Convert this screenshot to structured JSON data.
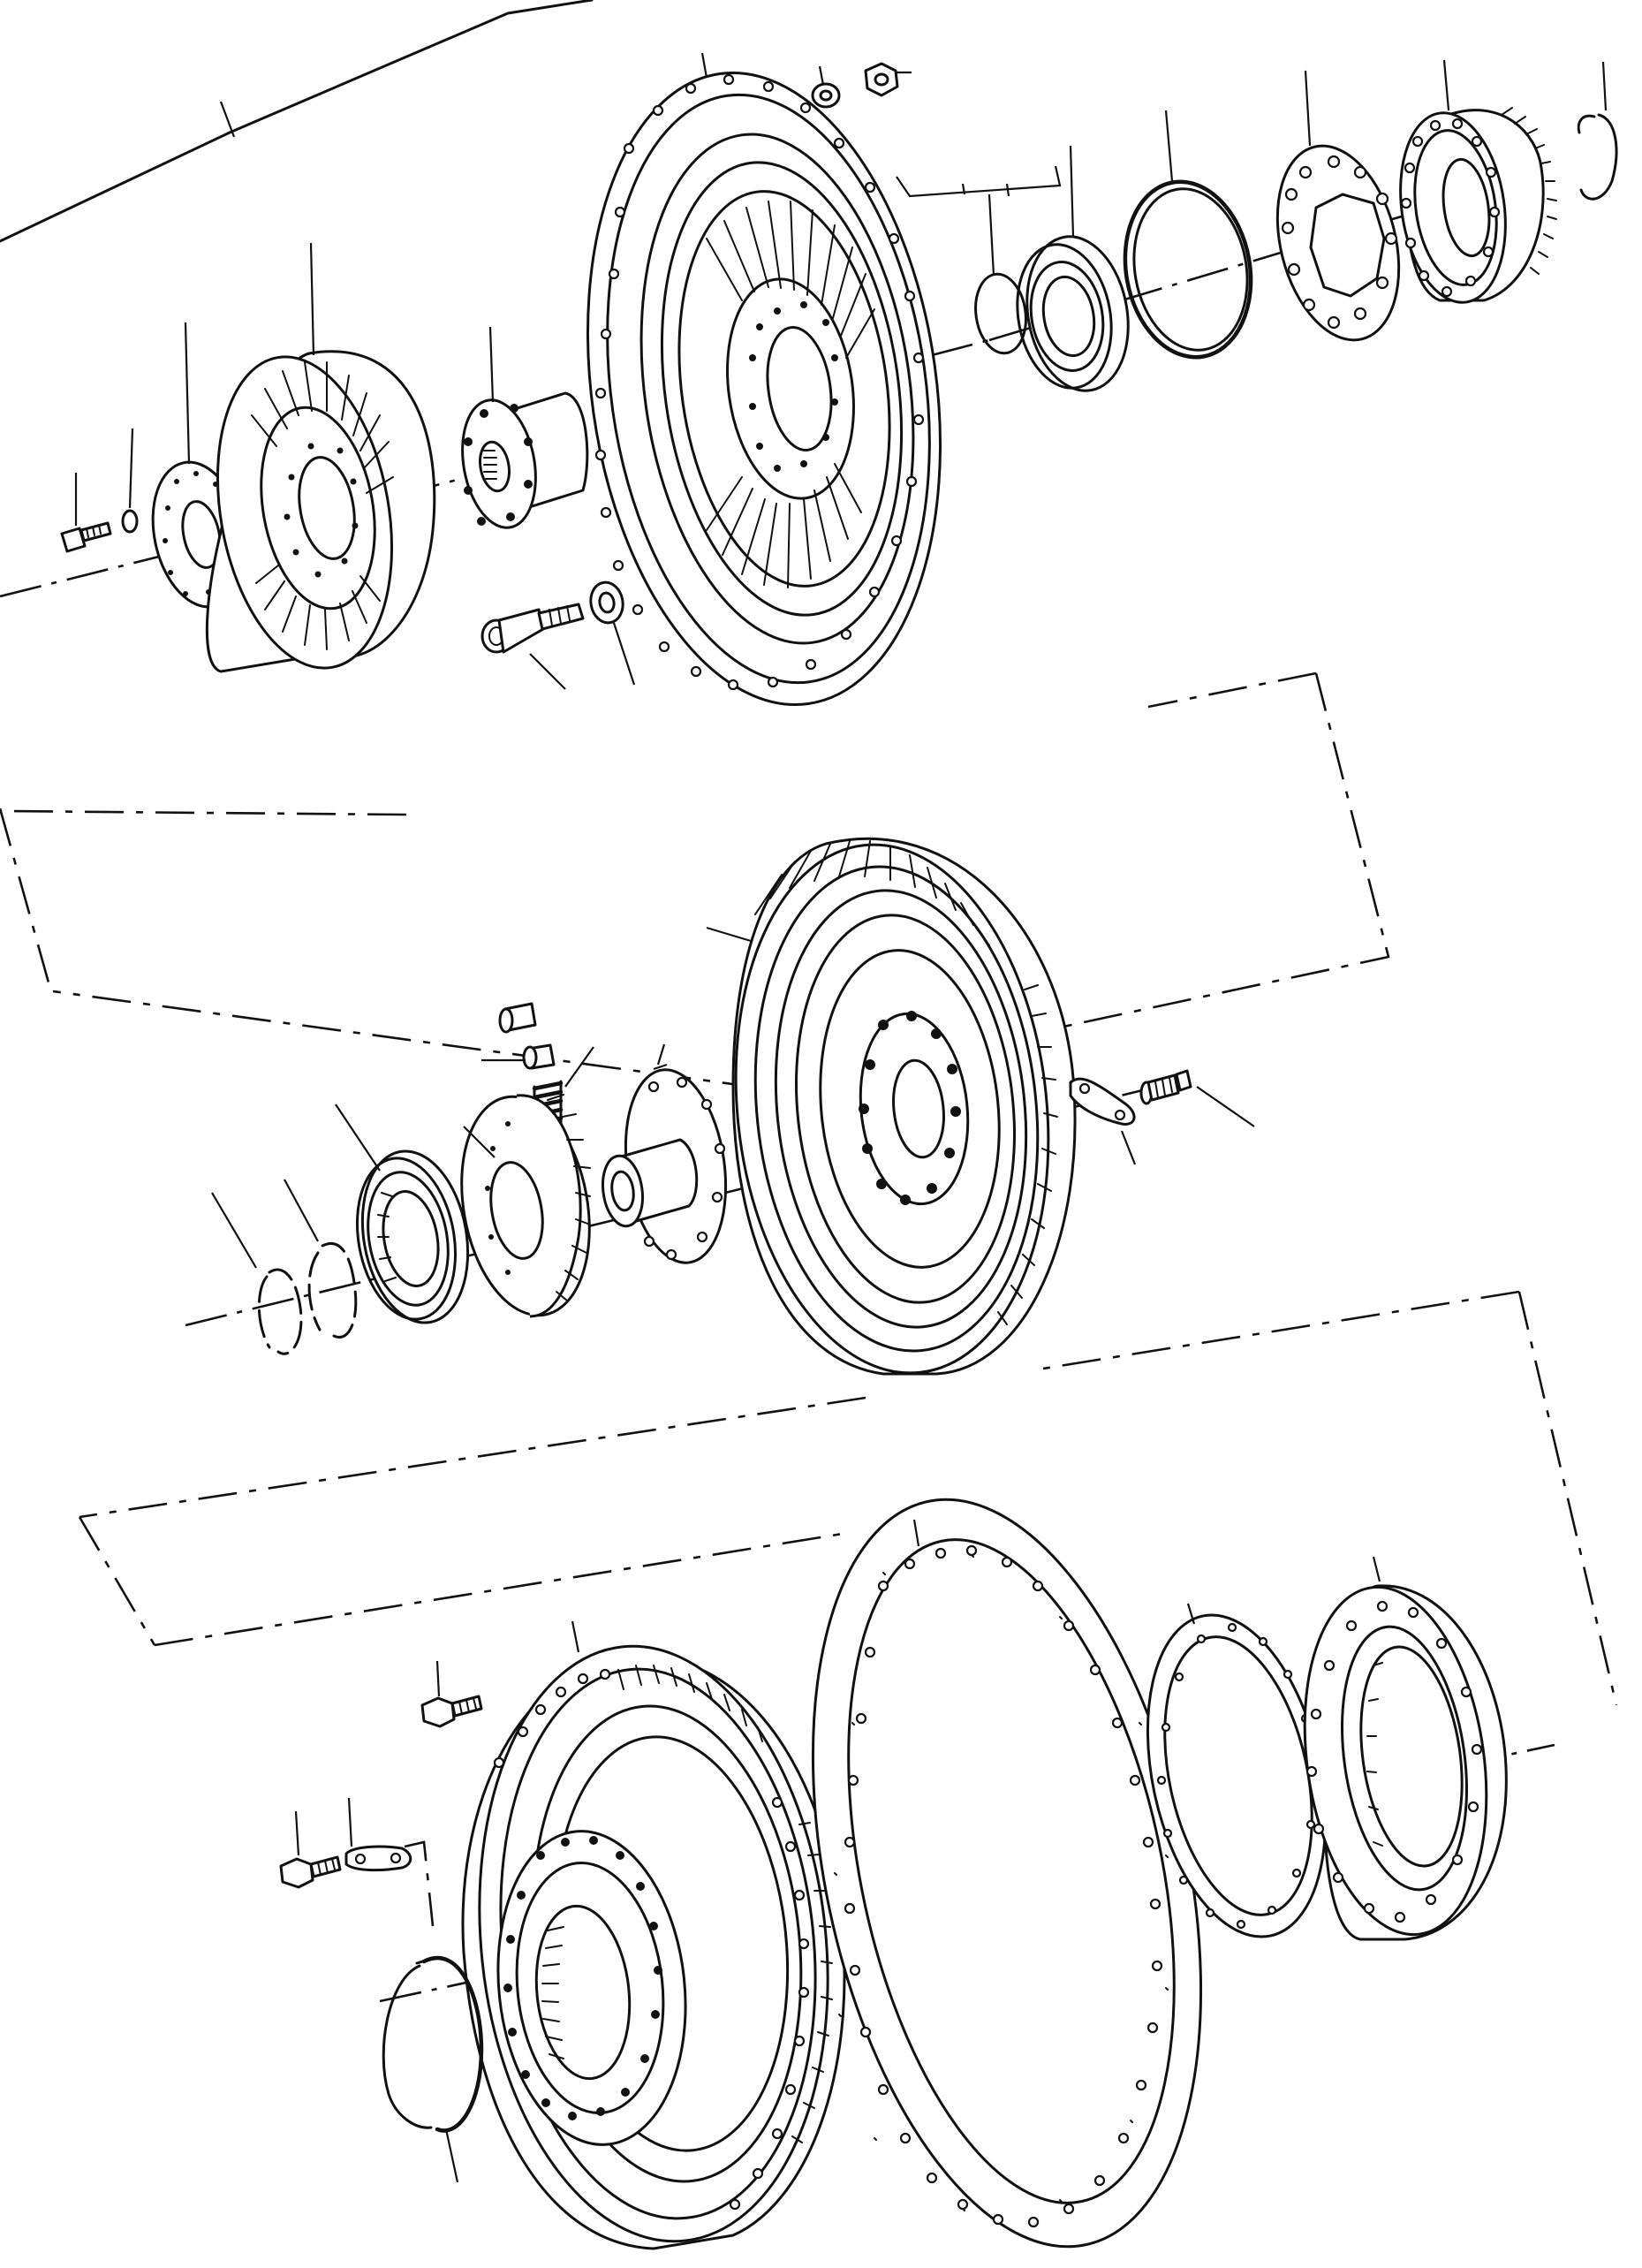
{
  "diagram": {
    "kind": "exploded-parts-view",
    "colors": {
      "ink": "#111111",
      "paper": "#ffffff"
    },
    "parts": [
      {
        "id": "housing-edge"
      },
      {
        "id": "bolt-upper-left"
      },
      {
        "id": "washer-upper-left"
      },
      {
        "id": "retainer-plate-upper"
      },
      {
        "id": "pump-impeller"
      },
      {
        "id": "hub-shaft-upper"
      },
      {
        "id": "cap-screw-upper"
      },
      {
        "id": "washer-upper-center"
      },
      {
        "id": "turbine-wheel-large"
      },
      {
        "id": "lock-washer-top"
      },
      {
        "id": "nut-top"
      },
      {
        "id": "shim-ring-upper"
      },
      {
        "id": "bearing-upper"
      },
      {
        "id": "seal-ring-upper"
      },
      {
        "id": "gasket-plate-upper"
      },
      {
        "id": "drive-gear-hub"
      },
      {
        "id": "snap-ring-top-right"
      },
      {
        "id": "stator-wheel"
      },
      {
        "id": "dowel-pin"
      },
      {
        "id": "spring-pin"
      },
      {
        "id": "spring"
      },
      {
        "id": "freewheel-hub"
      },
      {
        "id": "freewheel-race"
      },
      {
        "id": "bearing-middle"
      },
      {
        "id": "snap-ring-middle-a"
      },
      {
        "id": "snap-ring-middle-b"
      },
      {
        "id": "lock-plate-middle"
      },
      {
        "id": "screw-middle-right"
      },
      {
        "id": "cover-housing"
      },
      {
        "id": "bolt-lower-top"
      },
      {
        "id": "bolt-lower-left"
      },
      {
        "id": "lock-plate-lower"
      },
      {
        "id": "snap-ring-lower"
      },
      {
        "id": "gasket-large-lower"
      },
      {
        "id": "gasket-small-lower"
      },
      {
        "id": "flange-ring-lower"
      }
    ]
  }
}
